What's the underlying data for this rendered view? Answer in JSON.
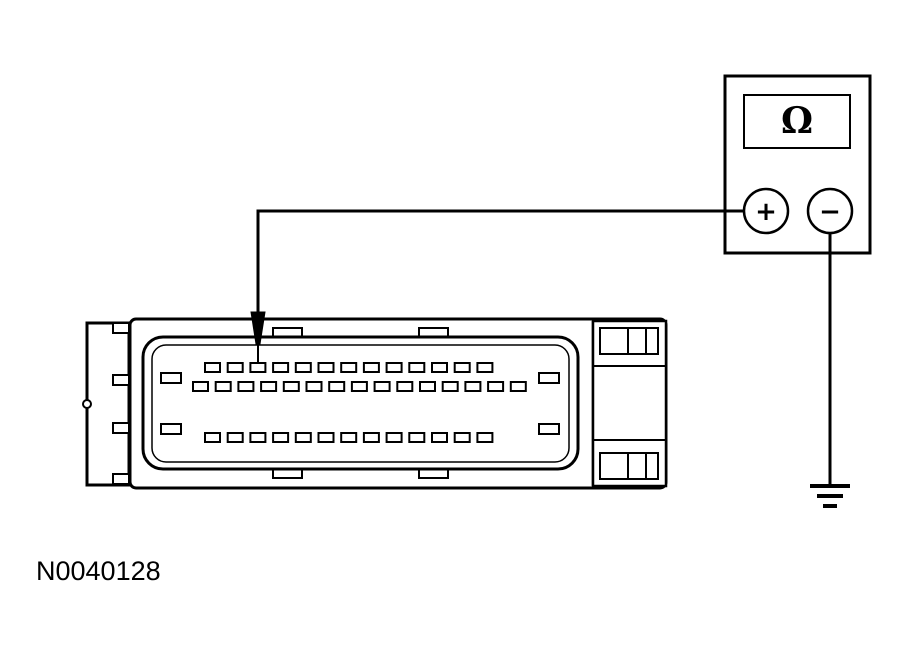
{
  "meter": {
    "display_symbol": "Ω",
    "positive_terminal": "+",
    "negative_terminal": "−"
  },
  "connector": {
    "pin_rows": [
      13,
      15,
      13
    ]
  },
  "figure_id": "N0040128",
  "colors": {
    "line": "#000000",
    "background": "#ffffff"
  },
  "icons": {
    "ground": "ground-symbol-icon",
    "probe": "probe-tip-icon"
  }
}
